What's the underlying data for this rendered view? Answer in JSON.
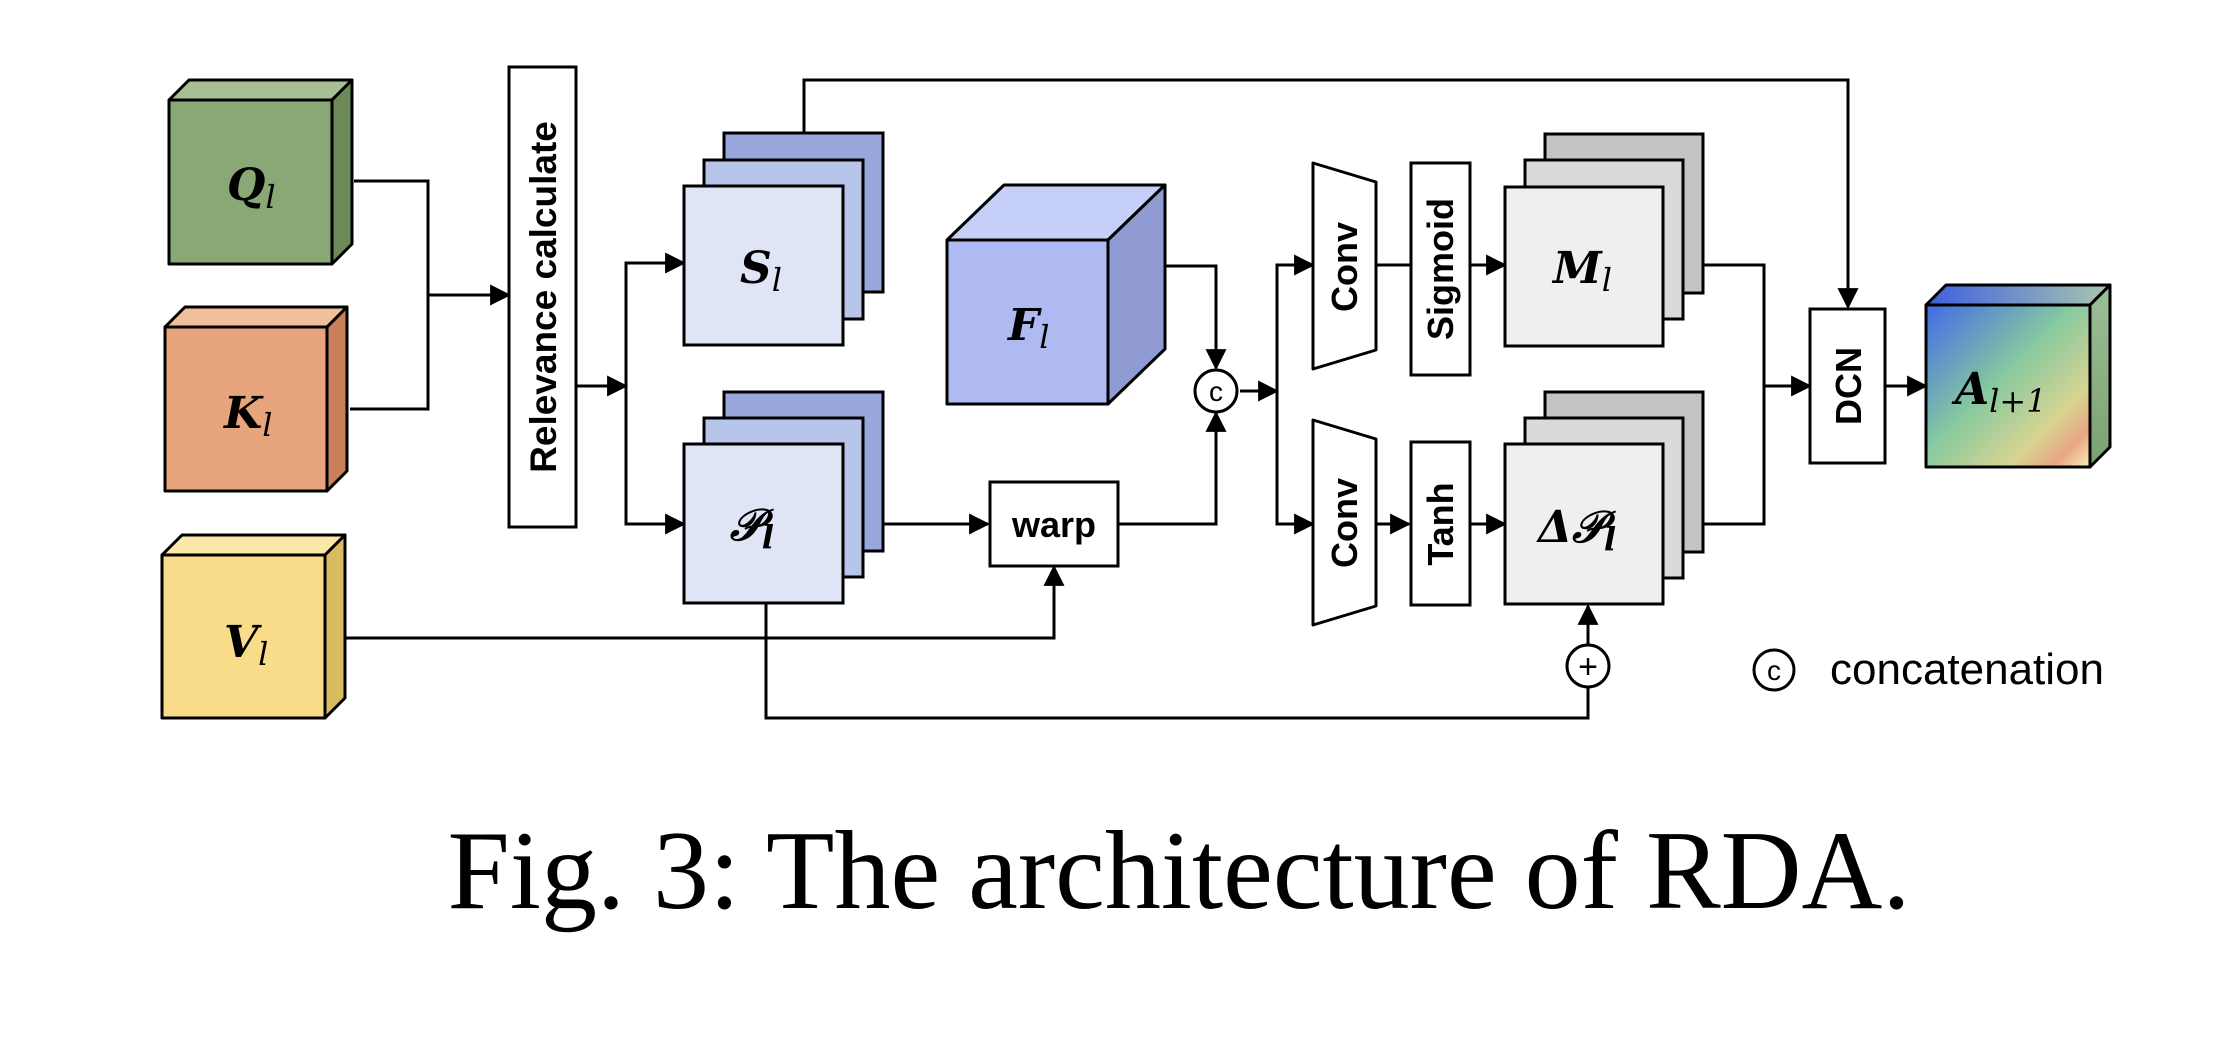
{
  "inputs": {
    "q": {
      "main": "Q",
      "sub": "l"
    },
    "k": {
      "main": "K",
      "sub": "l"
    },
    "v": {
      "main": "V",
      "sub": "l"
    }
  },
  "blocks": {
    "relevance": "Relevance calculate",
    "warp": "warp",
    "conv_top": "Conv",
    "conv_bottom": "Conv",
    "sigmoid": "Sigmoid",
    "tanh": "Tanh",
    "dcn": "DCN"
  },
  "features": {
    "s": {
      "main": "S",
      "sub": "l"
    },
    "p": {
      "main": "𝒫",
      "sub": "l"
    },
    "f": {
      "main": "F",
      "sub": "l"
    },
    "m": {
      "main": "M",
      "sub": "l"
    },
    "dp": {
      "main": "Δ𝒫",
      "sub": "l"
    },
    "a": {
      "main": "A",
      "sub": "l+1"
    }
  },
  "symbols": {
    "concat": "c",
    "plus": "+"
  },
  "legend": {
    "symbol": "c",
    "text": "concatenation"
  },
  "caption": "Fig. 3: The architecture of RDA.",
  "colors": {
    "q_front": "#8aa876",
    "q_top": "#a7bf93",
    "q_side": "#6b8a58",
    "k_front": "#e8a47c",
    "k_top": "#f2bf9d",
    "k_side": "#c97f58",
    "v_front": "#f8dc8a",
    "v_top": "#fbe8a9",
    "v_side": "#d9bc62",
    "f_front": "#aebaf1",
    "f_top": "#c6cff7",
    "f_side": "#8f9bd2",
    "stack_back": "#98a8dc",
    "stack_mid": "#b8c5eb",
    "stack_front": "#dfe5f4",
    "gray_back": "#c4c4c4",
    "gray_mid": "#dadada",
    "gray_front": "#efefef"
  }
}
